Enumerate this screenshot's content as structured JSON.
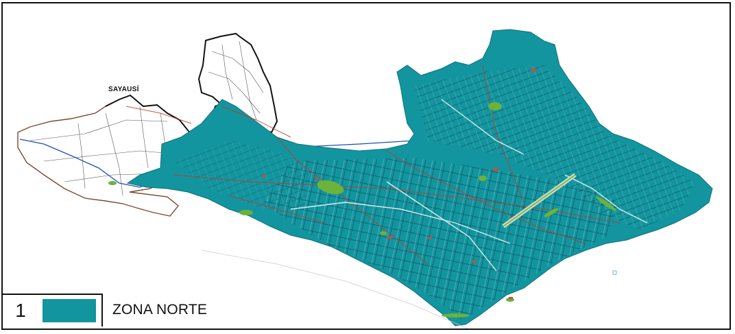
{
  "map": {
    "place_label": "SAYAUSÍ",
    "zone_color": "#13959f",
    "outline_color": "#111111",
    "road_color": "#c0392b",
    "river_color": "#1f4fb4",
    "park_color": "#6bb33a"
  },
  "legend": {
    "number": "1",
    "label": "ZONA NORTE",
    "swatch_color": "#13959f"
  }
}
